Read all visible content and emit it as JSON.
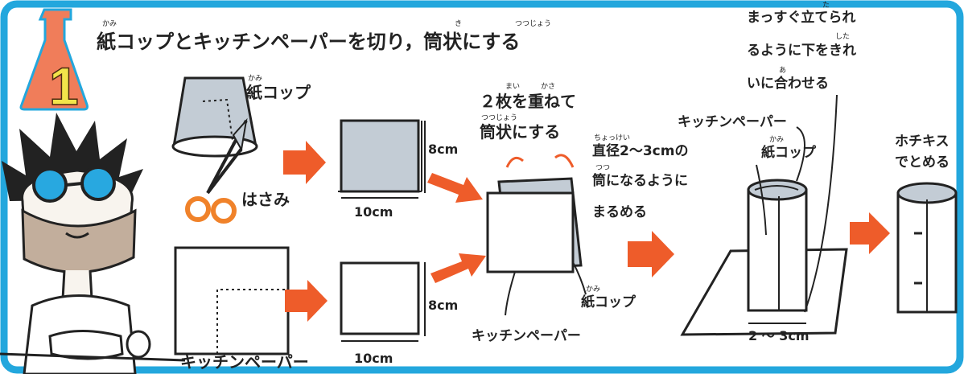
{
  "step_number": "1",
  "colors": {
    "frame": "#23a7dd",
    "flask": "#f07d5a",
    "step_number": "#f2e44a",
    "arrow": "#ee5c2a",
    "cup_gray": "#c3ccd5",
    "goggles": "#28a8e0",
    "ink": "#222222"
  },
  "title": {
    "text": "紙コップとキッチンペーパーを切り，筒状にする",
    "ruby_kami": "かみ",
    "ruby_ki": "き",
    "ruby_tsutsujou": "つつじょう"
  },
  "labels": {
    "paper_cup": "紙コップ",
    "paper_cup_ruby": "かみ",
    "scissors": "はさみ",
    "kitchen_paper": "キッチンペーパー",
    "cup_piece_height": "8cm",
    "cup_piece_width": "10cm",
    "paper_piece_height": "8cm",
    "paper_piece_width": "10cm",
    "stack_line1": "２枚を重ねて",
    "stack_line1_ruby_mai": "まい",
    "stack_line1_ruby_kasa": "かさ",
    "stack_line2": "筒状にする",
    "stack_line2_ruby": "つつじょう",
    "stack_kitchen_paper": "キッチンペーパー",
    "stack_paper_cup": "紙コップ",
    "stack_paper_cup_ruby": "かみ",
    "roll_line1": "直径2～3cmの",
    "roll_line1_ruby": "ちょっけい",
    "roll_line2": "筒になるように",
    "roll_line2_ruby": "つつ",
    "roll_line3": "まるめる",
    "align_line1": "まっすぐ立てられ",
    "align_line1_ruby": "た",
    "align_line2": "るように下をきれ",
    "align_line2_ruby": "した",
    "align_line3": "いに合わせる",
    "align_line3_ruby": "あ",
    "tube_kitchen_paper": "キッチンペーパー",
    "tube_paper_cup": "紙コップ",
    "tube_paper_cup_ruby": "かみ",
    "tube_diameter": "2 ～ 3cm",
    "staple_line1": "ホチキス",
    "staple_line2": "でとめる"
  }
}
